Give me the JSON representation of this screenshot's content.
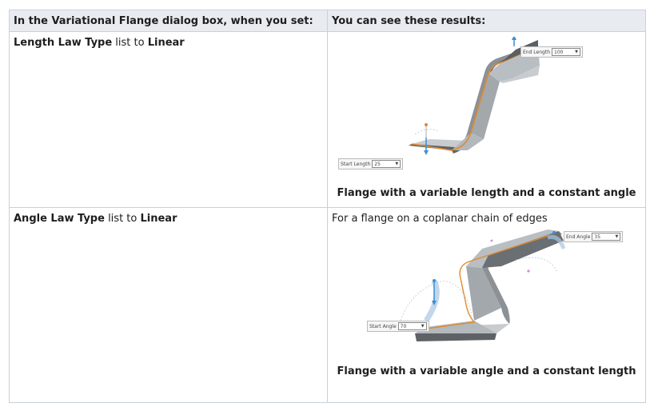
{
  "table": {
    "header": {
      "col1": {
        "prefix": "In the ",
        "strong": "Variational Flange",
        "suffix": " dialog box, when you set:"
      },
      "col2": "You can see these results:"
    },
    "rows": [
      {
        "setting": {
          "strong1": "Length Law Type",
          "mid": " list to ",
          "strong2": "Linear"
        },
        "intro": "",
        "caption": "Flange with a variable length and a constant angle",
        "fields": {
          "start_label": "Start Length",
          "start_value": "25",
          "end_label": "End Length",
          "end_value": "100"
        }
      },
      {
        "setting": {
          "strong1": "Angle Law Type",
          "mid": " list to ",
          "strong2": "Linear"
        },
        "intro": "For a flange on a coplanar chain of edges",
        "caption": "Flange with a variable angle and a constant length",
        "fields": {
          "start_label": "Start Angle",
          "start_value": "70",
          "end_label": "End Angle",
          "end_value": "35"
        }
      }
    ]
  },
  "icons": {
    "dropdown": "chevron-down-icon"
  },
  "colors": {
    "header_bg": "#e8ecf1",
    "border": "#c8d0d8",
    "edge": "#e08a2c",
    "handle": "#3a8fd6"
  }
}
